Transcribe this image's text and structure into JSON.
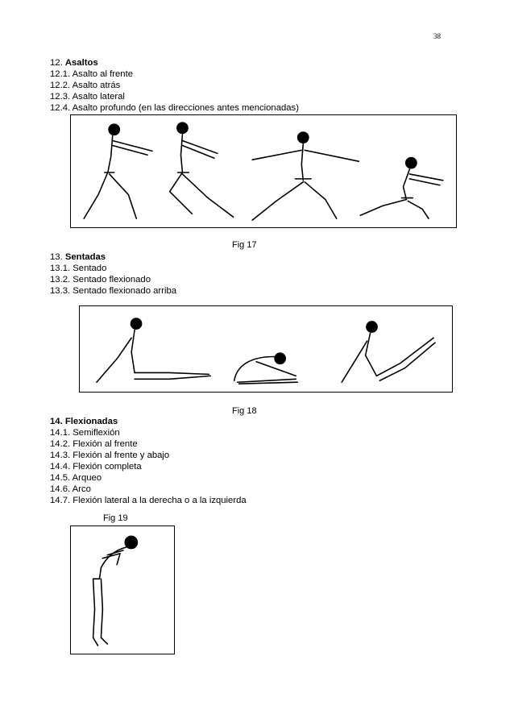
{
  "page_number": "38",
  "sections": {
    "s12": {
      "number": "12.",
      "title": "Asaltos",
      "items": [
        "12.1. Asalto al frente",
        "12.2. Asalto atrás",
        "12.3. Asalto lateral",
        "12.4. Asalto profundo (en las direcciones antes mencionadas)"
      ]
    },
    "s13": {
      "number": "13.",
      "title": "Sentadas",
      "items": [
        "13.1. Sentado",
        "13.2. Sentado flexionado",
        "13.3. Sentado flexionado arriba"
      ]
    },
    "s14": {
      "title": "14. Flexionadas",
      "items": [
        "14.1. Semiflexión",
        "14.2. Flexión al frente",
        "14.3. Flexión al frente y abajo",
        "14.4. Flexión completa",
        "14.5. Arqueo",
        "14.6. Arco",
        "14.7. Flexión lateral a la derecha o a la izquierda"
      ]
    }
  },
  "figures": {
    "fig17": {
      "caption": "Fig 17"
    },
    "fig18": {
      "caption": "Fig 18"
    },
    "fig19": {
      "caption": "Fig 19"
    }
  }
}
